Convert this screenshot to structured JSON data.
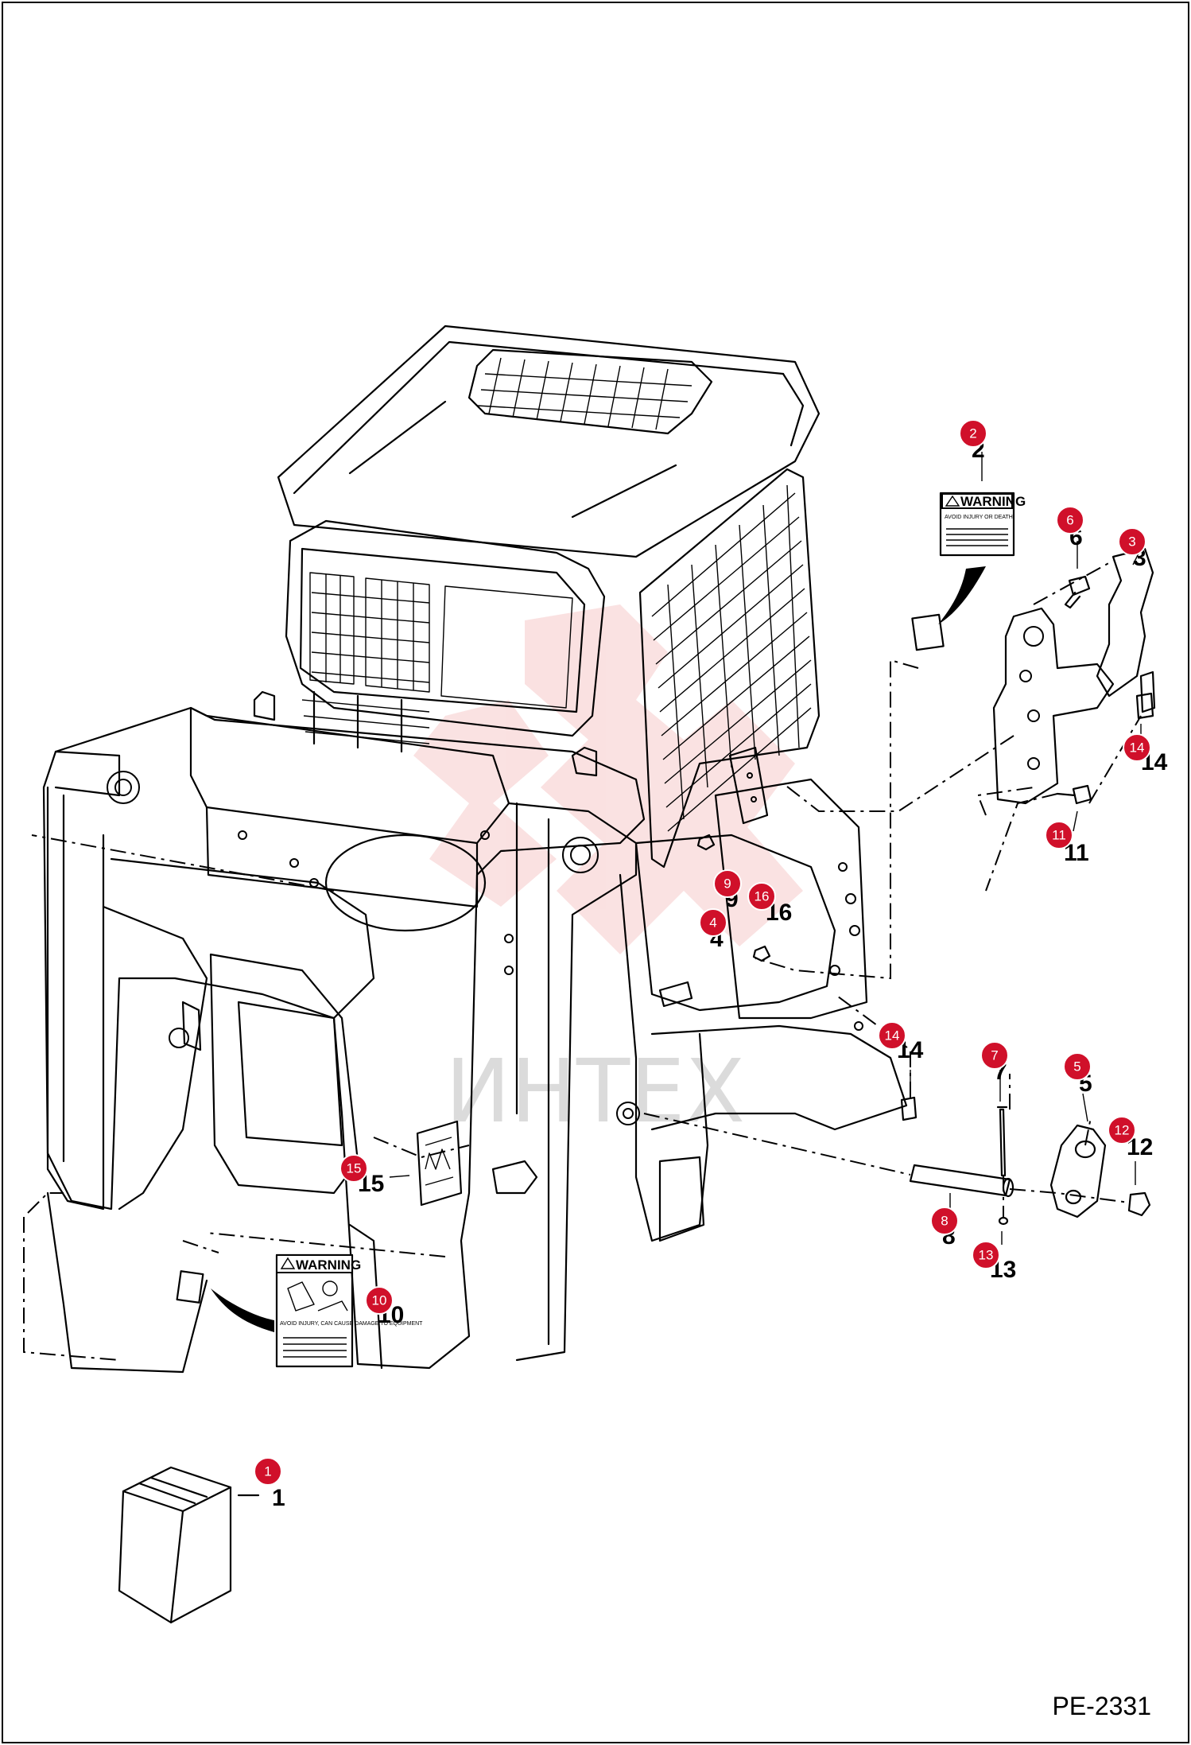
{
  "diagram": {
    "page_code": "PE-2331",
    "watermark": "ИНТЕХ",
    "warning_word": "WARNING",
    "warning_decal_2_text": "AVOID INJURY OR DEATH",
    "warning_decal_10_text": "AVOID INJURY, CAN CAUSE DAMAGE TO EQUIPMENT",
    "callouts": [
      {
        "badge": "1",
        "label": "1"
      },
      {
        "badge": "2",
        "label": "2"
      },
      {
        "badge": "3",
        "label": "3"
      },
      {
        "badge": "4",
        "label": "4"
      },
      {
        "badge": "5",
        "label": "5"
      },
      {
        "badge": "6",
        "label": "6"
      },
      {
        "badge": "7",
        "label": "7"
      },
      {
        "badge": "8",
        "label": "8"
      },
      {
        "badge": "9",
        "label": "9"
      },
      {
        "badge": "10",
        "label": "10"
      },
      {
        "badge": "11",
        "label": "11"
      },
      {
        "badge": "12",
        "label": "12"
      },
      {
        "badge": "13",
        "label": "13"
      },
      {
        "badge": "14",
        "label": "14"
      },
      {
        "badge": "14",
        "label": "14"
      },
      {
        "badge": "15",
        "label": "15"
      },
      {
        "badge": "16",
        "label": "16"
      }
    ],
    "colors": {
      "badge": "#d0102a",
      "line": "#000000",
      "watermark": "#e24a4a"
    }
  }
}
